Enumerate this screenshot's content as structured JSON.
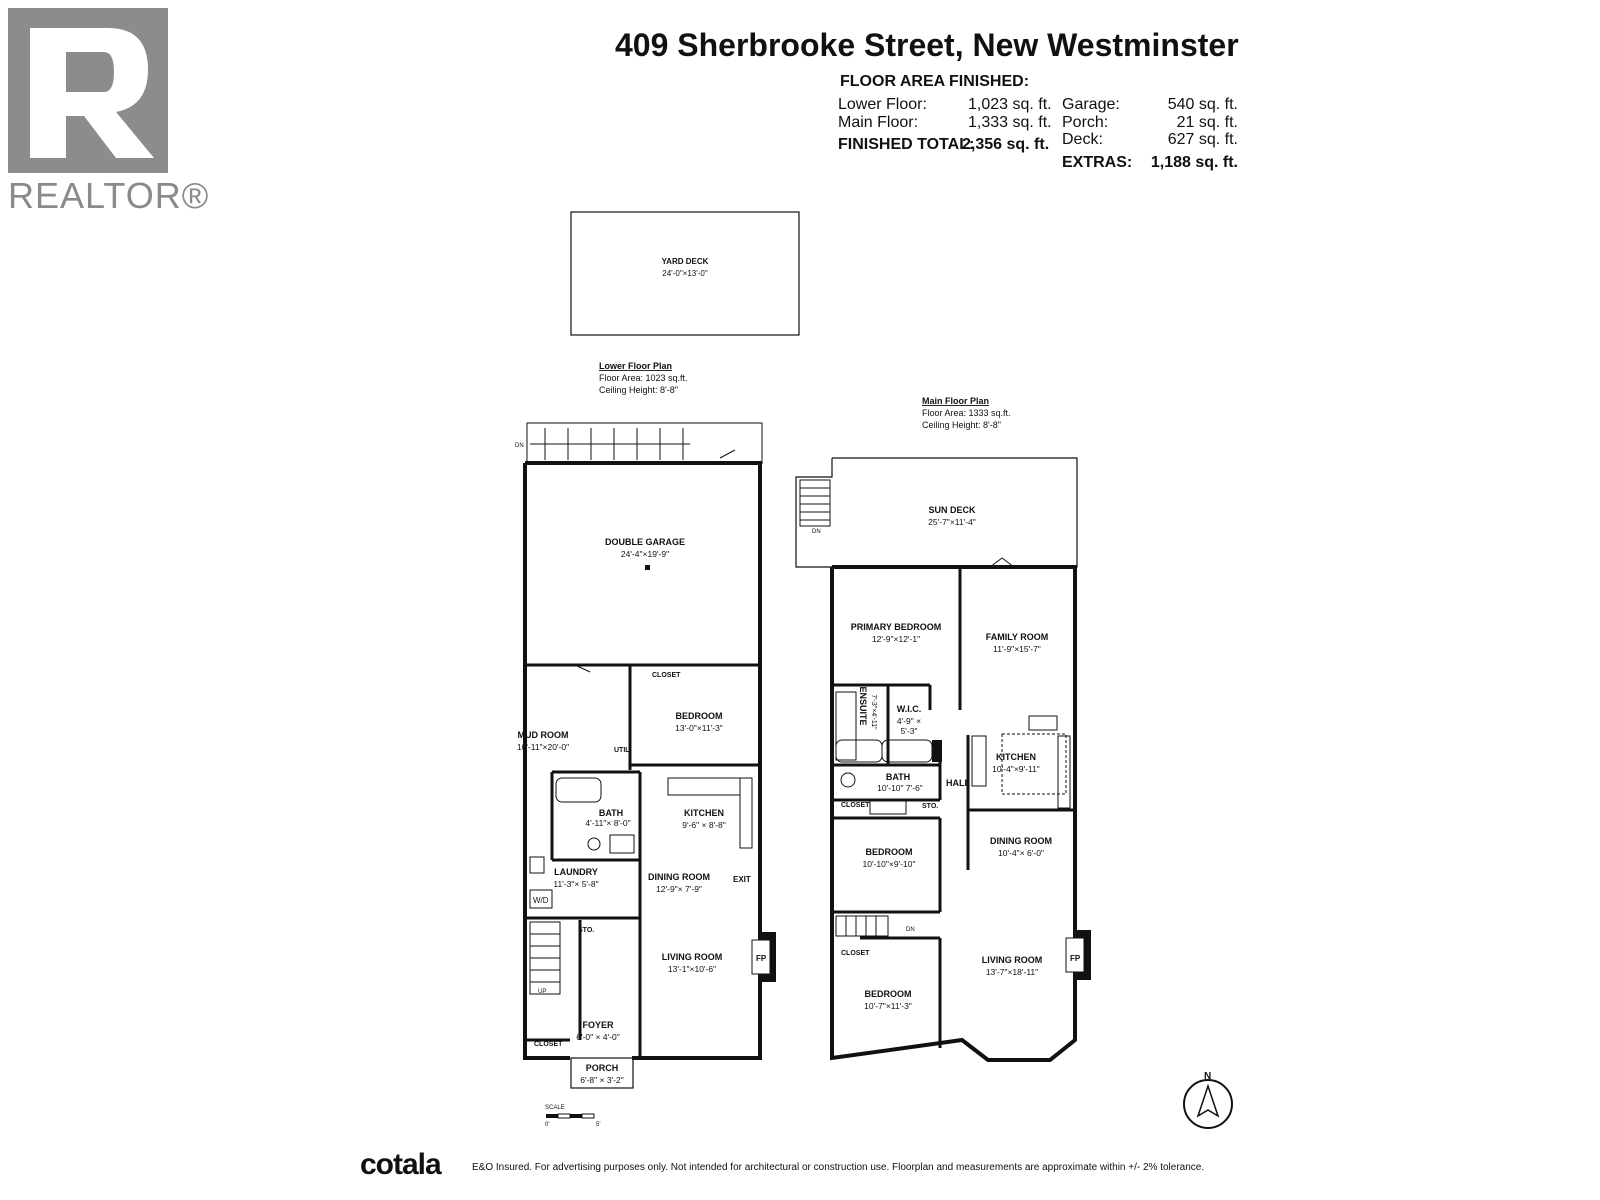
{
  "brand": {
    "logo_letter": "R",
    "name": "REALTOR®",
    "footer_logo": "cotala",
    "footer_note": "E&O Insured. For advertising purposes only. Not intended for architectural or construction use. Floorplan and measurements are approximate within +/- 2% tolerance."
  },
  "title": "409 Sherbrooke Street, New Westminster",
  "floor_area": {
    "header": "FLOOR AREA FINISHED:",
    "finished": [
      {
        "label": "Lower Floor:",
        "value": "1,023 sq. ft."
      },
      {
        "label": "Main Floor:",
        "value": "1,333 sq. ft."
      }
    ],
    "finished_total": {
      "label": "FINISHED TOTAL:",
      "value": "2,356 sq. ft."
    },
    "extras": [
      {
        "label": "Garage:",
        "value": "540 sq. ft."
      },
      {
        "label": "Porch:",
        "value": "21 sq. ft."
      },
      {
        "label": "Deck:",
        "value": "627 sq. ft."
      }
    ],
    "extras_total": {
      "label": "EXTRAS:",
      "value": "1,188 sq. ft."
    }
  },
  "yard_deck": {
    "name": "YARD DECK",
    "dim": "24'-0\"×13'-0\""
  },
  "lower_plan": {
    "title": "Lower Floor Plan",
    "area": "Floor Area: 1023 sq.ft.",
    "ceiling": "Ceiling Height: 8'-8\"",
    "rooms": {
      "garage": {
        "name": "DOUBLE GARAGE",
        "dim": "24'-4\"×19'-9\""
      },
      "mud": {
        "name": "MUD ROOM",
        "dim": "10'-11\"×20'-0\""
      },
      "bedroom": {
        "name": "BEDROOM",
        "dim": "13'-0\"×11'-3\""
      },
      "bath": {
        "name": "BATH",
        "dim": "4'-11\"× 8'-0\""
      },
      "kitchen": {
        "name": "KITCHEN",
        "dim": "9'-6\" × 8'-8\""
      },
      "laundry": {
        "name": "LAUNDRY",
        "dim": "11'-3\"× 5'-8\""
      },
      "dining": {
        "name": "DINING ROOM",
        "dim": "12'-9\"× 7'-9\""
      },
      "living": {
        "name": "LIVING ROOM",
        "dim": "13'-1\"×10'-6\""
      },
      "foyer": {
        "name": "FOYER",
        "dim": "6'-0\" × 4'-0\""
      },
      "porch": {
        "name": "PORCH",
        "dim": "6'-8\" × 3'-2\""
      }
    },
    "labels": {
      "closet": "CLOSET",
      "closet2": "CLOSET",
      "util": "UTIL.",
      "sto": "STO.",
      "wd": "W/D",
      "exit": "EXIT",
      "fp": "FP",
      "dn": "DN",
      "up": "UP"
    }
  },
  "main_plan": {
    "title": "Main Floor Plan",
    "area": "Floor Area: 1333 sq.ft.",
    "ceiling": "Ceiling Height: 8'-8\"",
    "rooms": {
      "sundeck": {
        "name": "SUN DECK",
        "dim": "25'-7\"×11'-4\""
      },
      "primary": {
        "name": "PRIMARY BEDROOM",
        "dim": "12'-9\"×12'-1\""
      },
      "family": {
        "name": "FAMILY ROOM",
        "dim": "11'-9\"×15'-7\""
      },
      "ensuite": {
        "name": "ENSUITE",
        "dim": "7'-3\"×4'-11\""
      },
      "wic": {
        "name": "W.I.C.",
        "dim_a": "4'-9\" ×",
        "dim_b": "5'-3\""
      },
      "kitchen": {
        "name": "KITCHEN",
        "dim": "10'-4\"×9'-11\""
      },
      "bath": {
        "name": "BATH",
        "dim": "10'-10\" 7'-6\""
      },
      "bedroom1": {
        "name": "BEDROOM",
        "dim": "10'-10\"×9'-10\""
      },
      "dining": {
        "name": "DINING ROOM",
        "dim": "10'-4\"× 6'-0\""
      },
      "living": {
        "name": "LIVING ROOM",
        "dim": "13'-7\"×18'-11\""
      },
      "bedroom2": {
        "name": "BEDROOM",
        "dim": "10'-7\"×11'-3\""
      }
    },
    "labels": {
      "closet": "CLOSET",
      "closet2": "CLOSET",
      "sto": "STO.",
      "hall": "HALL",
      "fp": "FP",
      "dn": "DN",
      "dn2": "DN"
    }
  },
  "scale": {
    "label": "SCALE",
    "zero": "0'",
    "five": "5'"
  },
  "compass": {
    "north": "N"
  }
}
